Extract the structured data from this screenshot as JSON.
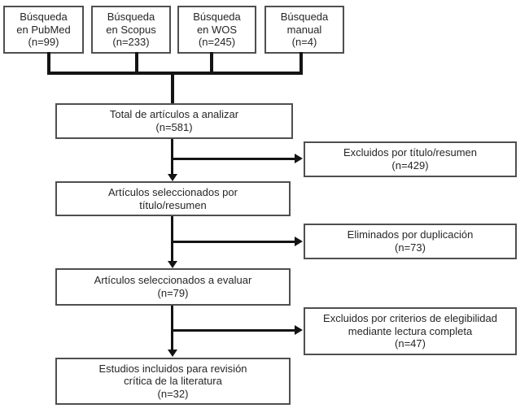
{
  "diagram": {
    "type": "prisma-flowchart",
    "colors": {
      "background": "#ffffff",
      "box_border": "#4f4f4f",
      "box_fill": "#ffffff",
      "connector": "#141414",
      "text": "#262626"
    },
    "sources": [
      {
        "id": "pubmed",
        "text": "Búsqueda\nen PubMed\n(n=99)"
      },
      {
        "id": "scopus",
        "text": "Búsqueda\nen Scopus\n(n=233)"
      },
      {
        "id": "wos",
        "text": "Búsqueda\nen WOS\n(n=245)"
      },
      {
        "id": "manual",
        "text": "Búsqueda\nmanual\n(n=4)"
      }
    ],
    "main_flow": [
      {
        "id": "total",
        "text": "Total de artículos a analizar\n(n=581)"
      },
      {
        "id": "selected_by_title_abstract",
        "text": "Artículos seleccionados por\ntítulo/resumen"
      },
      {
        "id": "selected_to_evaluate",
        "text": "Artículos seleccionados a evaluar\n(n=79)"
      },
      {
        "id": "included",
        "text": "Estudios incluidos para revisión\ncrítica de la literatura\n(n=32)"
      }
    ],
    "exclusions": [
      {
        "id": "excluded_title_abstract",
        "text": "Excluidos por título/resumen\n(n=429)"
      },
      {
        "id": "removed_duplicates",
        "text": "Eliminados por duplicación\n(n=73)"
      },
      {
        "id": "excluded_eligibility",
        "text": "Excluidos por criterios de elegibilidad\nmediante lectura completa\n(n=47)"
      }
    ]
  }
}
